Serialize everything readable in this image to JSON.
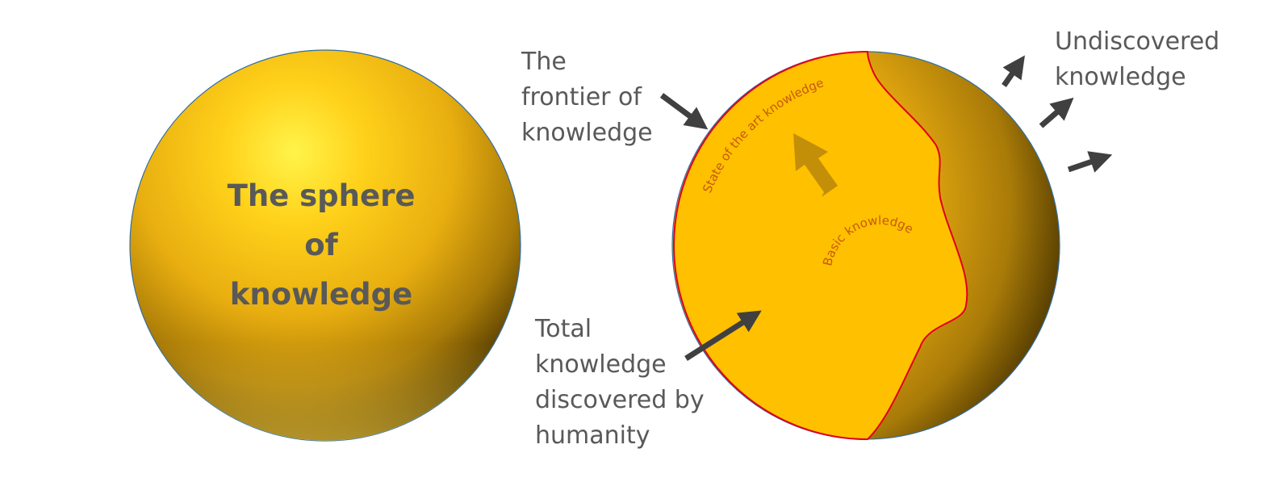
{
  "left_sphere": {
    "title_lines": [
      "The sphere",
      "of",
      "knowledge"
    ]
  },
  "right_sphere": {
    "frontier_label_lines": [
      "The",
      "frontier of",
      "knowledge"
    ],
    "state_of_art_label": "State of the art knowledge",
    "basic_label": "Basic knowledge",
    "total_label_lines": [
      "Total",
      "knowledge",
      "discovered by",
      "humanity"
    ],
    "undiscovered_label_lines": [
      "Undiscovered",
      "knowledge"
    ]
  },
  "colors": {
    "sphere_light": "#FFF04A",
    "sphere_mid": "#F2B90C",
    "sphere_dark": "#2E2200",
    "discovered_fill": "#FFC000",
    "frontier_line": "#E0001A",
    "curved_text": "#C55A11",
    "arrow": "#404040",
    "inner_arrow": "#B8860B",
    "label_text": "#595959"
  }
}
